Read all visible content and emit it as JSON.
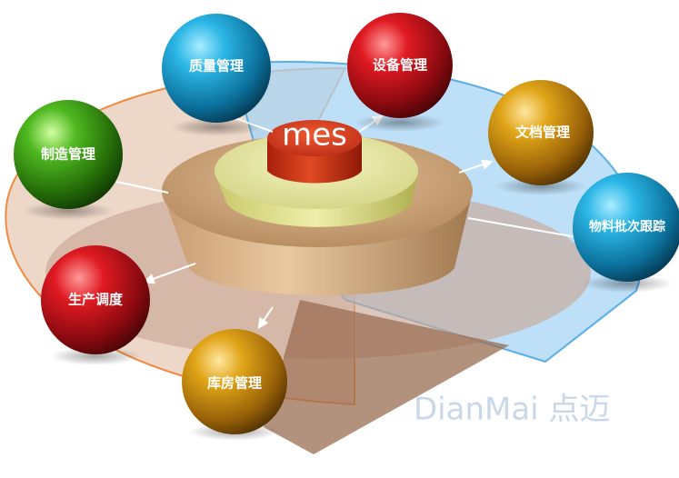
{
  "center": {
    "label": "mes"
  },
  "modules": [
    {
      "id": "quality",
      "label": "质量管理",
      "color": "#1a9fd0"
    },
    {
      "id": "equipment",
      "label": "设备管理",
      "color": "#c8101a"
    },
    {
      "id": "document",
      "label": "文档管理",
      "color": "#d89a10"
    },
    {
      "id": "material",
      "label": "物料批次跟踪",
      "color": "#1a9fd0"
    },
    {
      "id": "manufacturing",
      "label": "制造管理",
      "color": "#3aa018"
    },
    {
      "id": "production",
      "label": "生产调度",
      "color": "#c8101a"
    },
    {
      "id": "warehouse",
      "label": "库房管理",
      "color": "#d89a10"
    }
  ],
  "watermark": {
    "text": "DianMai 点迈"
  }
}
